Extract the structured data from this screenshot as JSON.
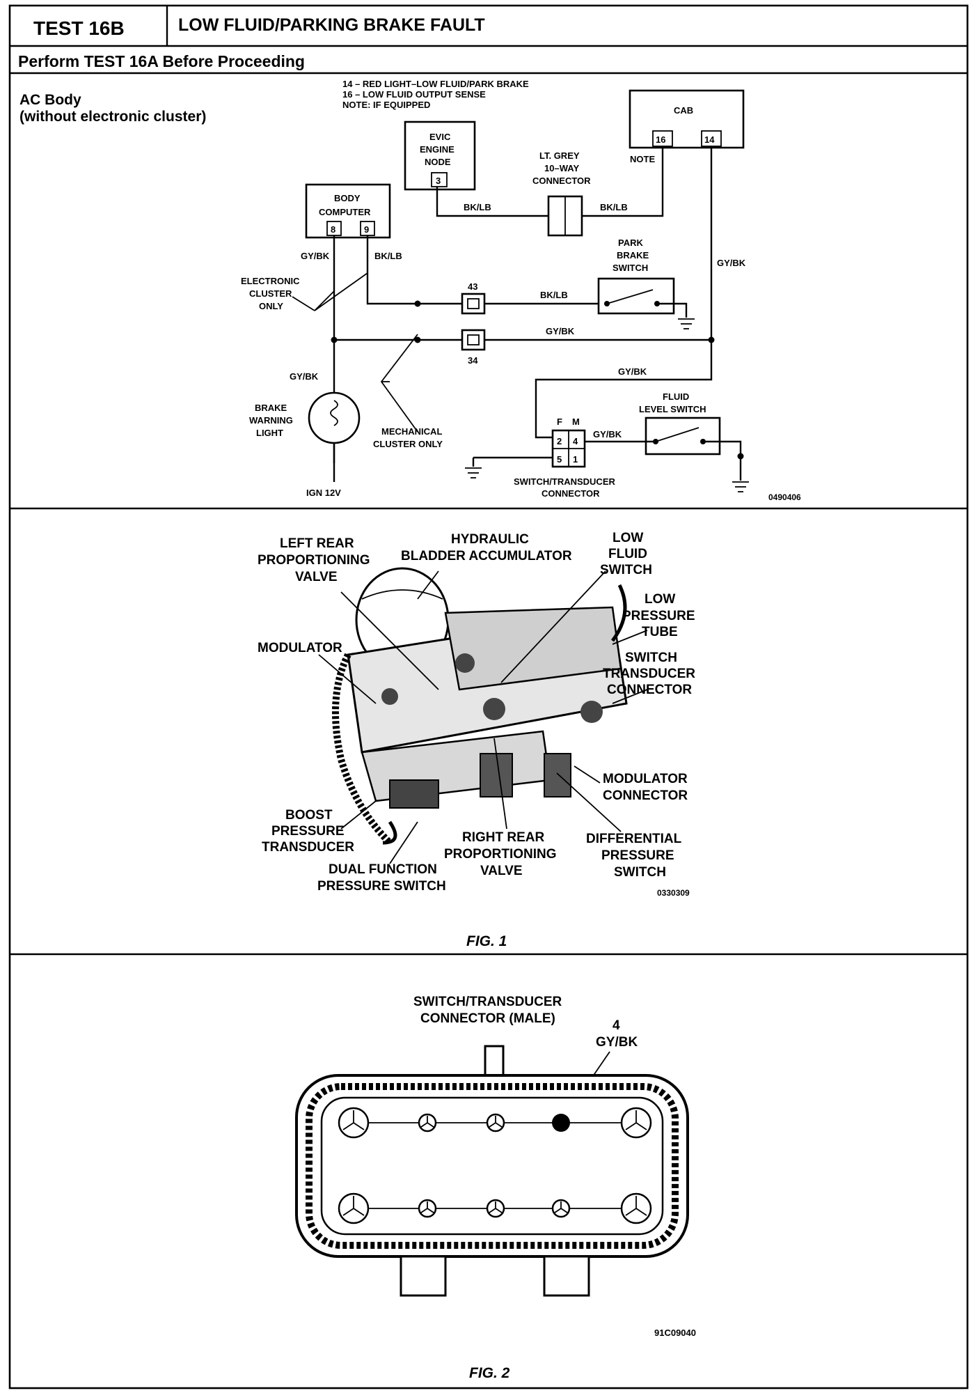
{
  "header": {
    "test_id": "TEST 16B",
    "title": "LOW FLUID/PARKING BRAKE FAULT",
    "instruction": "Perform TEST 16A Before Proceeding"
  },
  "schematic": {
    "body_type_line1": "AC Body",
    "body_type_line2": "(without electronic cluster)",
    "legend": [
      "14 – RED LIGHT–LOW FLUID/PARK BRAKE",
      "16 – LOW FLUID OUTPUT SENSE",
      "NOTE: IF EQUIPPED"
    ],
    "evic_module": [
      "EVIC",
      "ENGINE",
      "NODE"
    ],
    "evic_pin": "3",
    "cab": "CAB",
    "cab_pins": [
      "16",
      "14"
    ],
    "note": "NOTE",
    "grey_connector": [
      "LT. GREY",
      "10–WAY",
      "CONNECTOR"
    ],
    "body_computer": [
      "BODY",
      "COMPUTER"
    ],
    "body_pins": [
      "8",
      "9"
    ],
    "wire_bk_lb": "BK/LB",
    "wire_gy_bk": "GY/BK",
    "park_brake_switch": [
      "PARK",
      "BRAKE",
      "SWITCH"
    ],
    "electronic_cluster": [
      "ELECTRONIC",
      "CLUSTER",
      "ONLY"
    ],
    "splice_43": "43",
    "splice_34": "34",
    "brake_light": [
      "BRAKE",
      "WARNING",
      "LIGHT"
    ],
    "mechanical_cluster": [
      "MECHANICAL",
      "CLUSTER ONLY"
    ],
    "fluid_switch": [
      "FLUID",
      "LEVEL SWITCH"
    ],
    "pin_f": "F",
    "pin_m": "M",
    "conn_pins": [
      "2",
      "4",
      "5",
      "1"
    ],
    "connector_label": [
      "SWITCH/TRANSDUCER",
      "CONNECTOR"
    ],
    "ign": "IGN 12V",
    "figure_code": "0490406"
  },
  "fig1": {
    "labels": {
      "left_rear": [
        "LEFT REAR",
        "PROPORTIONING",
        "VALVE"
      ],
      "hydraulic": [
        "HYDRAULIC",
        "BLADDER ACCUMULATOR"
      ],
      "low_fluid": [
        "LOW",
        "FLUID",
        "SWITCH"
      ],
      "low_pressure": [
        "LOW",
        "PRESSURE",
        "TUBE"
      ],
      "switch_transducer": [
        "SWITCH",
        "TRANSDUCER",
        "CONNECTOR"
      ],
      "modulator": "MODULATOR",
      "modulator_connector": [
        "MODULATOR",
        "CONNECTOR"
      ],
      "boost": [
        "BOOST",
        "PRESSURE",
        "TRANSDUCER"
      ],
      "dual_function": [
        "DUAL FUNCTION",
        "PRESSURE SWITCH"
      ],
      "right_rear": [
        "RIGHT REAR",
        "PROPORTIONING",
        "VALVE"
      ],
      "differential": [
        "DIFFERENTIAL",
        "PRESSURE",
        "SWITCH"
      ]
    },
    "code": "0330309",
    "caption": "FIG. 1"
  },
  "fig2": {
    "title": [
      "SWITCH/TRANSDUCER",
      "CONNECTOR (MALE)"
    ],
    "pin_number": "4",
    "pin_wire": "GY/BK",
    "code": "91C09040",
    "caption": "FIG. 2"
  }
}
